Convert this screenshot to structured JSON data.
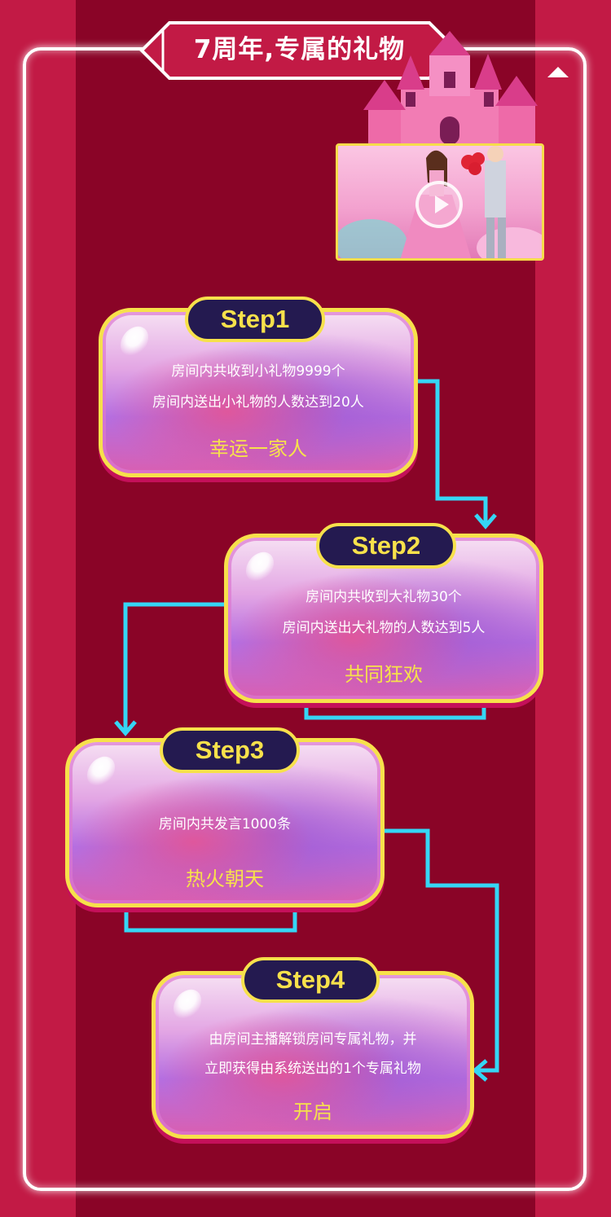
{
  "header": {
    "title": "7周年,专属的礼物"
  },
  "video": {
    "thumbnail": "castle-couple-illustration",
    "play_icon": "play-icon"
  },
  "colors": {
    "accent": "#f7e14b",
    "flow_line": "#35d6f5",
    "pill_bg": "#241a50",
    "band": "#8a0427",
    "page_bg": "#c21a45"
  },
  "steps": [
    {
      "label": "Step1",
      "lines": [
        "房间内共收到小礼物9999个",
        "房间内送出小礼物的人数达到20人"
      ],
      "reward": "幸运一家人"
    },
    {
      "label": "Step2",
      "lines": [
        "房间内共收到大礼物30个",
        "房间内送出大礼物的人数达到5人"
      ],
      "reward": "共同狂欢"
    },
    {
      "label": "Step3",
      "lines": [
        "房间内共发言1000条"
      ],
      "reward": "热火朝天"
    },
    {
      "label": "Step4",
      "lines": [
        "由房间主播解锁房间专属礼物，并",
        "立即获得由系统送出的1个专属礼物"
      ],
      "reward": "开启"
    }
  ]
}
